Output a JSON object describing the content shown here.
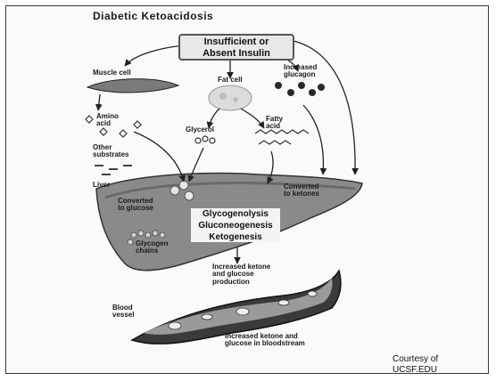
{
  "diagram": {
    "title": "Diabetic Ketoacidosis",
    "top_box": {
      "line1": "Insufficient or",
      "line2": "Absent Insulin"
    },
    "muscle_cell": "Muscle cell",
    "fat_cell": "Fat cell",
    "increased_glucagon": {
      "line1": "Increased",
      "line2": "glucagon"
    },
    "amino_acid": {
      "line1": "Amino",
      "line2": "acid"
    },
    "glycerol": "Glycerol",
    "fatty_acid": {
      "line1": "Fatty",
      "line2": "acid"
    },
    "other_substrates": {
      "line1": "Other",
      "line2": "substrates"
    },
    "liver": "Liver",
    "converted_glucose": {
      "line1": "Converted",
      "line2": "to glucose"
    },
    "converted_ketones": {
      "line1": "Converted",
      "line2": "to ketones"
    },
    "glycogen_chains": {
      "line1": "Glycogen",
      "line2": "chains"
    },
    "processes": [
      "Glycogenolysis",
      "Gluconeogenesis",
      "Ketogenesis"
    ],
    "production": {
      "line1": "Increased ketone",
      "line2": "and glucose",
      "line3": "production"
    },
    "blood_vessel": {
      "line1": "Blood",
      "line2": "vessel"
    },
    "bloodstream": {
      "line1": "Increased ketone and",
      "line2": "glucose in bloodstream"
    },
    "courtesy": {
      "line1": "Courtesy of",
      "line2": "UCSF.EDU"
    }
  }
}
